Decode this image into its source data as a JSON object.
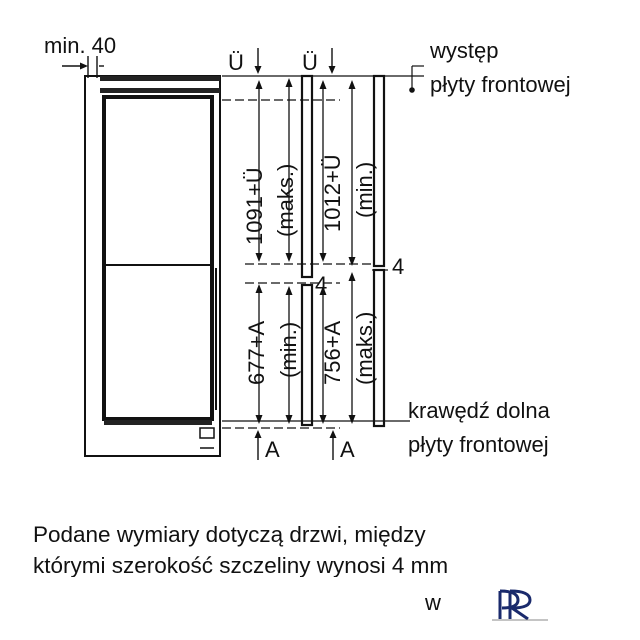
{
  "labels": {
    "min_40": "min. 40",
    "u_left": "Ü",
    "u_right": "Ü",
    "wystep_1": "występ",
    "wystep_2": "płyty frontowej",
    "krawedz_1": "krawędź dolna",
    "krawedz_2": "płyty frontowej",
    "four_right": "4",
    "four_mid": "4",
    "a_left": "A",
    "a_right": "A"
  },
  "dimensions": {
    "upper_left_value": "1091+Ü",
    "upper_left_note": "(maks.)",
    "upper_right_value": "1012+Ü",
    "upper_right_note": "(min.)",
    "lower_left_value": "677+A",
    "lower_left_note": "(min.)",
    "lower_right_value": "756+A",
    "lower_right_note": "(maks.)"
  },
  "note": {
    "line1": "Podane wymiary dotyczą drzwi, między",
    "line2": "którymi szerokość szczeliny wynosi 4 mm"
  },
  "footer": {
    "fragment": "w",
    "logo_text": "R"
  }
}
